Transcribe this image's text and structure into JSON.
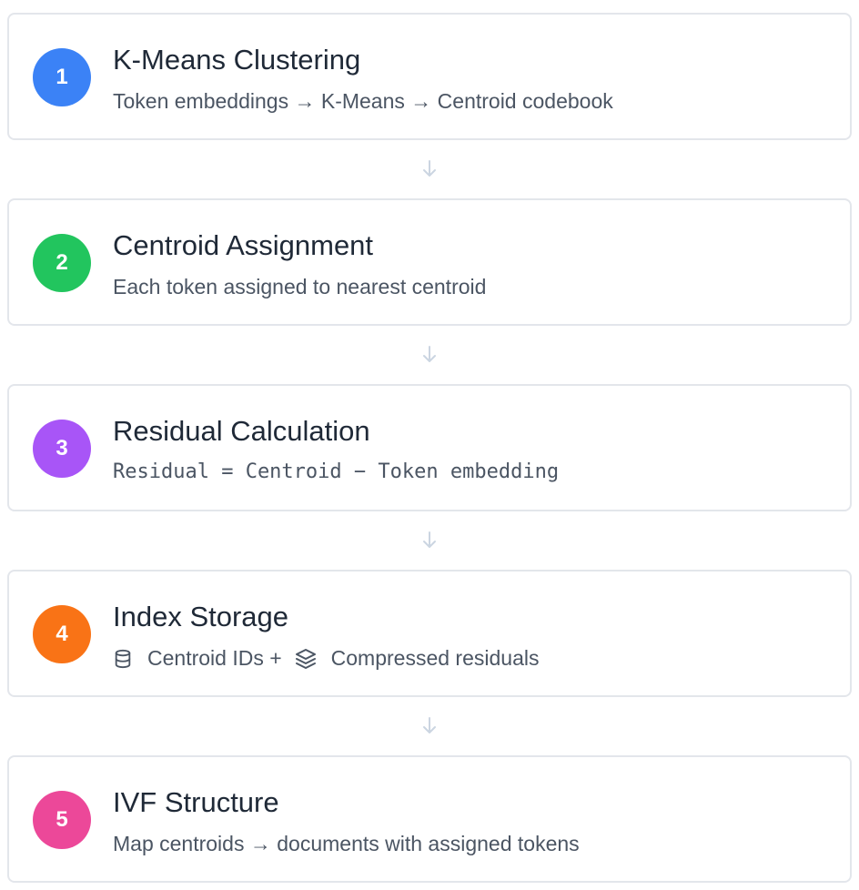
{
  "steps": [
    {
      "number": "1",
      "title": "K-Means Clustering",
      "description": "Token embeddings → K-Means → Centroid codebook",
      "color": "#3b82f6"
    },
    {
      "number": "2",
      "title": "Centroid Assignment",
      "description": "Each token assigned to nearest centroid",
      "color": "#22c55e"
    },
    {
      "number": "3",
      "title": "Residual Calculation",
      "description": "Residual = Centroid − Token embedding",
      "color": "#a855f7"
    },
    {
      "number": "4",
      "title": "Index Storage",
      "description_parts": {
        "icon_1": "database-icon",
        "text_1": "Centroid IDs +",
        "icon_2": "layers-icon",
        "text_2": "Compressed residuals"
      },
      "color": "#f97316"
    },
    {
      "number": "5",
      "title": "IVF Structure",
      "description": "Map centroids → documents with assigned tokens",
      "color": "#ec4899"
    }
  ],
  "connector_icon": "arrow-down-icon",
  "colors": {
    "border": "#e3e6eb",
    "title": "#1f2937",
    "description": "#4b5563",
    "connector": "#cbd5e1"
  }
}
